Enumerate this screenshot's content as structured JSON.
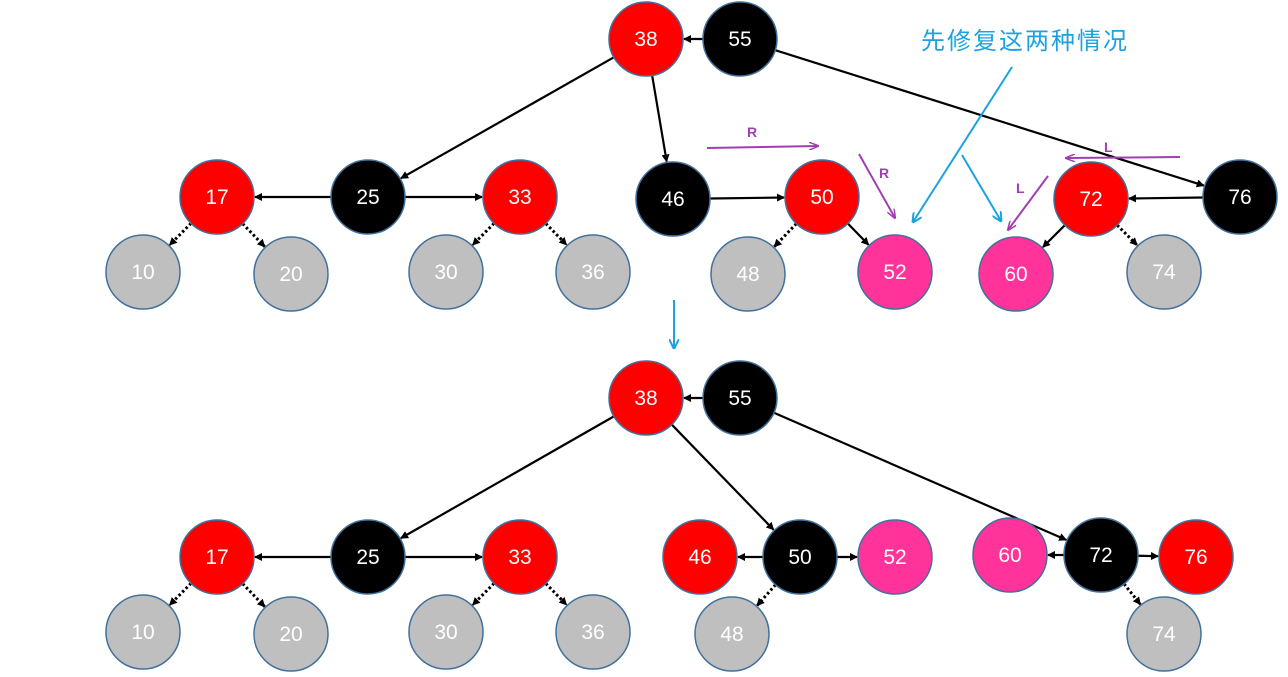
{
  "caption": "先修复这两种情况",
  "colors": {
    "red": "#ff0000",
    "black": "#000000",
    "gray": "#bfbfbf",
    "pink": "#ff3399",
    "border": "#41719c",
    "annotation": "#a040b0",
    "pointer": "#1aa3e0"
  },
  "before": {
    "nodes": [
      {
        "id": "b38",
        "label": "38",
        "color": "red"
      },
      {
        "id": "b55",
        "label": "55",
        "color": "black"
      },
      {
        "id": "b17",
        "label": "17",
        "color": "red"
      },
      {
        "id": "b25",
        "label": "25",
        "color": "black"
      },
      {
        "id": "b33",
        "label": "33",
        "color": "red"
      },
      {
        "id": "b46",
        "label": "46",
        "color": "black"
      },
      {
        "id": "b50",
        "label": "50",
        "color": "red"
      },
      {
        "id": "b72",
        "label": "72",
        "color": "red"
      },
      {
        "id": "b76",
        "label": "76",
        "color": "black"
      },
      {
        "id": "b10",
        "label": "10",
        "color": "gray"
      },
      {
        "id": "b20",
        "label": "20",
        "color": "gray"
      },
      {
        "id": "b30",
        "label": "30",
        "color": "gray"
      },
      {
        "id": "b36",
        "label": "36",
        "color": "gray"
      },
      {
        "id": "b48",
        "label": "48",
        "color": "gray"
      },
      {
        "id": "b52",
        "label": "52",
        "color": "pink"
      },
      {
        "id": "b60",
        "label": "60",
        "color": "pink"
      },
      {
        "id": "b74",
        "label": "74",
        "color": "gray"
      }
    ],
    "edges": [
      {
        "from": "b55",
        "to": "b38",
        "style": "solid"
      },
      {
        "from": "b38",
        "to": "b25",
        "style": "solid"
      },
      {
        "from": "b38",
        "to": "b46",
        "style": "solid"
      },
      {
        "from": "b55",
        "to": "b76",
        "style": "solid"
      },
      {
        "from": "b25",
        "to": "b17",
        "style": "solid"
      },
      {
        "from": "b25",
        "to": "b33",
        "style": "solid"
      },
      {
        "from": "b46",
        "to": "b50",
        "style": "solid"
      },
      {
        "from": "b76",
        "to": "b72",
        "style": "solid"
      },
      {
        "from": "b17",
        "to": "b10",
        "style": "dotted"
      },
      {
        "from": "b17",
        "to": "b20",
        "style": "dotted"
      },
      {
        "from": "b33",
        "to": "b30",
        "style": "dotted"
      },
      {
        "from": "b33",
        "to": "b36",
        "style": "dotted"
      },
      {
        "from": "b50",
        "to": "b48",
        "style": "dotted"
      },
      {
        "from": "b50",
        "to": "b52",
        "style": "solid"
      },
      {
        "from": "b72",
        "to": "b60",
        "style": "solid"
      },
      {
        "from": "b72",
        "to": "b74",
        "style": "dotted"
      }
    ],
    "annotations": [
      {
        "id": "rot-r1",
        "label": "R",
        "kind": "rotation"
      },
      {
        "id": "rot-r2",
        "label": "R",
        "kind": "rotation"
      },
      {
        "id": "rot-l1",
        "label": "L",
        "kind": "rotation"
      },
      {
        "id": "rot-l2",
        "label": "L",
        "kind": "rotation"
      }
    ]
  },
  "after": {
    "nodes": [
      {
        "id": "a38",
        "label": "38",
        "color": "red"
      },
      {
        "id": "a55",
        "label": "55",
        "color": "black"
      },
      {
        "id": "a17",
        "label": "17",
        "color": "red"
      },
      {
        "id": "a25",
        "label": "25",
        "color": "black"
      },
      {
        "id": "a33",
        "label": "33",
        "color": "red"
      },
      {
        "id": "a46",
        "label": "46",
        "color": "red"
      },
      {
        "id": "a50",
        "label": "50",
        "color": "black"
      },
      {
        "id": "a52",
        "label": "52",
        "color": "pink"
      },
      {
        "id": "a60",
        "label": "60",
        "color": "pink"
      },
      {
        "id": "a72",
        "label": "72",
        "color": "black"
      },
      {
        "id": "a76",
        "label": "76",
        "color": "red"
      },
      {
        "id": "a10",
        "label": "10",
        "color": "gray"
      },
      {
        "id": "a20",
        "label": "20",
        "color": "gray"
      },
      {
        "id": "a30",
        "label": "30",
        "color": "gray"
      },
      {
        "id": "a36",
        "label": "36",
        "color": "gray"
      },
      {
        "id": "a48",
        "label": "48",
        "color": "gray"
      },
      {
        "id": "a74",
        "label": "74",
        "color": "gray"
      }
    ],
    "edges": [
      {
        "from": "a55",
        "to": "a38",
        "style": "solid"
      },
      {
        "from": "a38",
        "to": "a25",
        "style": "solid"
      },
      {
        "from": "a38",
        "to": "a50",
        "style": "solid"
      },
      {
        "from": "a55",
        "to": "a72",
        "style": "solid"
      },
      {
        "from": "a25",
        "to": "a17",
        "style": "solid"
      },
      {
        "from": "a25",
        "to": "a33",
        "style": "solid"
      },
      {
        "from": "a50",
        "to": "a46",
        "style": "solid"
      },
      {
        "from": "a50",
        "to": "a52",
        "style": "solid"
      },
      {
        "from": "a72",
        "to": "a60",
        "style": "solid"
      },
      {
        "from": "a72",
        "to": "a76",
        "style": "solid"
      },
      {
        "from": "a17",
        "to": "a10",
        "style": "dotted"
      },
      {
        "from": "a17",
        "to": "a20",
        "style": "dotted"
      },
      {
        "from": "a33",
        "to": "a30",
        "style": "dotted"
      },
      {
        "from": "a33",
        "to": "a36",
        "style": "dotted"
      },
      {
        "from": "a50",
        "to": "a48",
        "style": "dotted"
      },
      {
        "from": "a72",
        "to": "a74",
        "style": "dotted"
      }
    ]
  }
}
